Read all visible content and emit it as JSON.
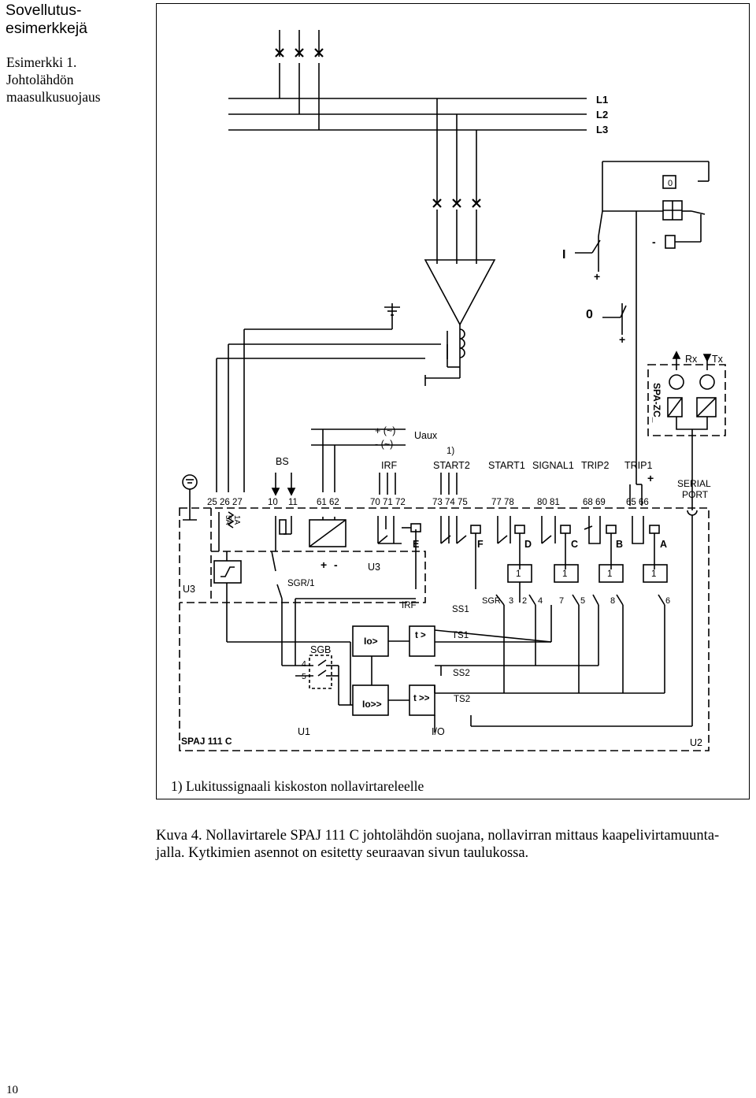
{
  "sidebar": {
    "heading": "Sovellutus-\nesimerkkejä",
    "example_title": "Esimerkki 1.\nJohtolähdön\nmaasulkusuojaus"
  },
  "diagram": {
    "phases": [
      "L1",
      "L2",
      "L3"
    ],
    "breaker_controls": {
      "open": "0",
      "close": "I",
      "plus": "+",
      "minus": "-",
      "zero": "0"
    },
    "bs_label": "BS",
    "aux_supply": {
      "plus": "+ (~)",
      "minus": "- (~)",
      "label": "Uaux"
    },
    "output_labels": [
      "IRF",
      "START2",
      "START1",
      "SIGNAL1",
      "TRIP2",
      "TRIP1"
    ],
    "footnote_marker": "1)",
    "terminals": [
      "25 26 27",
      "10",
      "11",
      "61 62",
      "70 71 72",
      "73 74 75",
      "77 78",
      "80 81",
      "68 69",
      "65 66"
    ],
    "ct_ranges": [
      "1A",
      "5A"
    ],
    "relay_letters": [
      "E",
      "F",
      "D",
      "C",
      "B",
      "A"
    ],
    "units": {
      "u1": "U1",
      "u2": "U2",
      "u3": "U3",
      "io": "I/O"
    },
    "switchgroups": {
      "sgr1": "SGR/1",
      "sgb": "SGB",
      "sgr": "SGR",
      "sgb_positions": [
        "4",
        "5"
      ]
    },
    "signals": [
      "SS1",
      "TS1",
      "SS2",
      "TS2"
    ],
    "stages": {
      "low_set": "Io>",
      "high_set": "Io>>",
      "time_low": "t >",
      "time_high": "t >>"
    },
    "irf": "IRF",
    "or_gate": "1",
    "sgr_positions": [
      "3",
      "2",
      "4",
      "7",
      "5",
      "8",
      "6"
    ],
    "serial": {
      "module": "SPA-ZC_",
      "rx": "Rx",
      "tx": "Tx",
      "port": "SERIAL\nPORT"
    },
    "relay_name": "SPAJ 111 C"
  },
  "footnote": "1) Lukitussignaali kiskoston nollavirtareleelle",
  "caption": "Kuva 4. Nollavirtarele SPAJ 111 C johtolähdön suojana, nollavirran mittaus kaapelivirtamuunta-\njalla. Kytkimien asennot on esitetty seuraavan sivun taulukossa.",
  "page_number": "10"
}
